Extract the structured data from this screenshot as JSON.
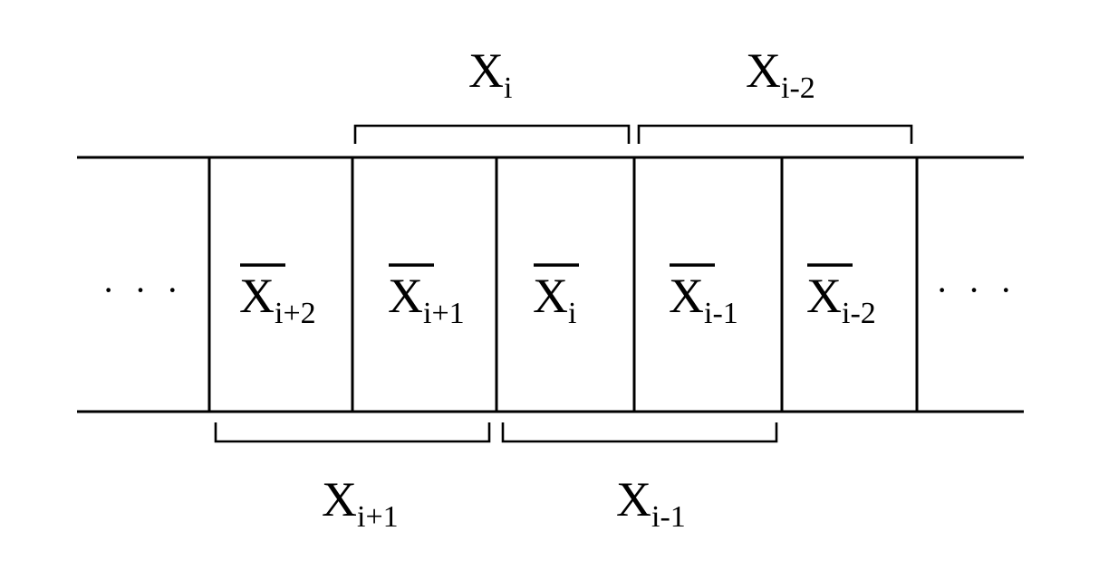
{
  "ellipsis": {
    "left": "· · ·",
    "right": "· · ·"
  },
  "cells": [
    {
      "base": "X",
      "sub": "i+2"
    },
    {
      "base": "X",
      "sub": "i+1"
    },
    {
      "base": "X",
      "sub": "i"
    },
    {
      "base": "X",
      "sub": "i-1"
    },
    {
      "base": "X",
      "sub": "i-2"
    }
  ],
  "top_brackets": [
    {
      "base": "X",
      "sub": "i"
    },
    {
      "base": "X",
      "sub": "i-2"
    }
  ],
  "bottom_brackets": [
    {
      "base": "X",
      "sub": "i+1"
    },
    {
      "base": "X",
      "sub": "i-1"
    }
  ]
}
